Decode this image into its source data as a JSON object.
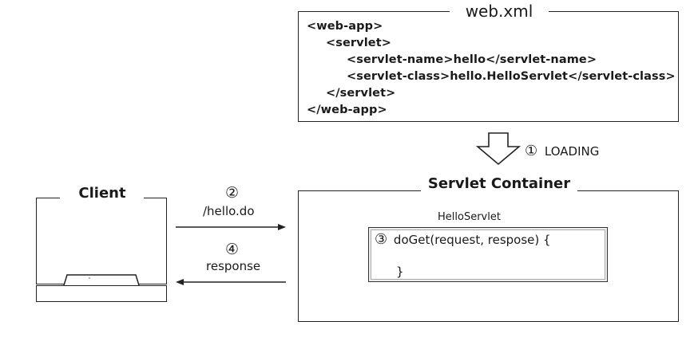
{
  "web_xml": {
    "title": "web.xml",
    "lines": [
      "<web-app>",
      "<servlet>",
      "<servlet-name>hello</servlet-name>",
      "<servlet-class>hello.HelloServlet</servlet-class>",
      "</servlet>",
      "</web-app>"
    ]
  },
  "loading": {
    "number": "①",
    "label": "LOADING"
  },
  "client": {
    "title": "Client"
  },
  "request": {
    "number": "②",
    "label": "/hello.do"
  },
  "response": {
    "number": "④",
    "label": "response"
  },
  "container": {
    "title": "Servlet Container",
    "servlet_name": "HelloServlet",
    "code_number": "③",
    "code_line1": "doGet(request, respose) {",
    "code_line2": "}"
  }
}
